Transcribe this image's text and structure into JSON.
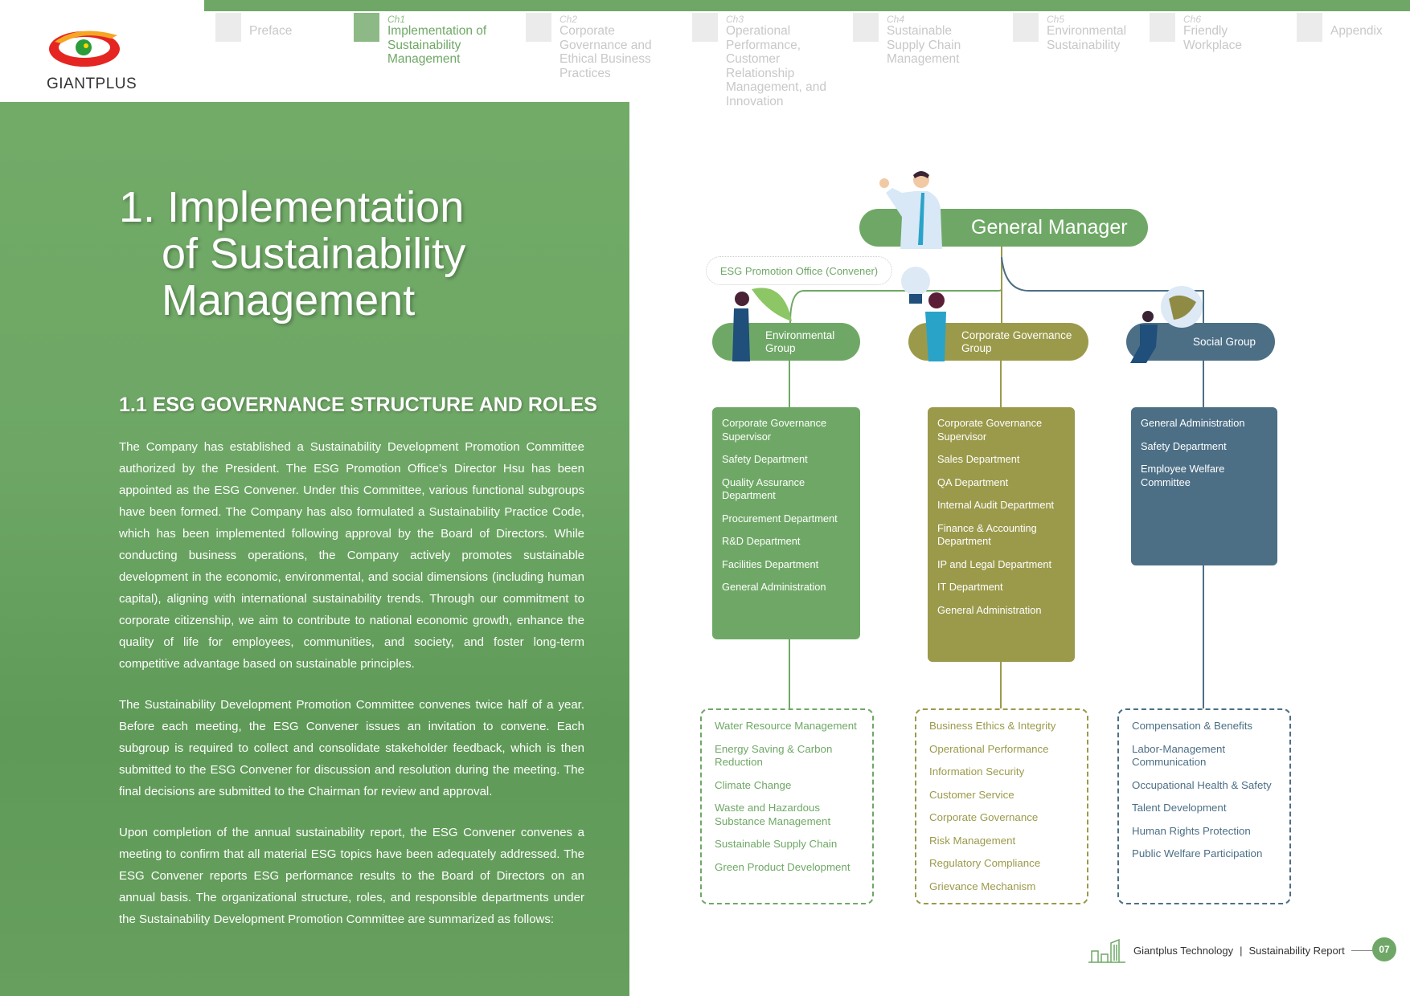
{
  "logo": {
    "name": "GIANTPLUS"
  },
  "nav": [
    {
      "ch": "",
      "label": "Preface"
    },
    {
      "ch": "Ch1",
      "label": "Implementation of Sustainability Management"
    },
    {
      "ch": "Ch2",
      "label": "Corporate Governance and Ethical Business Practices"
    },
    {
      "ch": "Ch3",
      "label": "Operational Performance, Customer Relationship Management, and Innovation"
    },
    {
      "ch": "Ch4",
      "label": "Sustainable Supply Chain Management"
    },
    {
      "ch": "Ch5",
      "label": "Environmental Sustainability"
    },
    {
      "ch": "Ch6",
      "label": "Friendly Workplace"
    },
    {
      "ch": "",
      "label": "Appendix"
    }
  ],
  "title": {
    "line1": "1. Implementation",
    "line2": "of Sustainability",
    "line3": "Management"
  },
  "subheading": "1.1 ESG GOVERNANCE STRUCTURE AND ROLES",
  "paragraphs": [
    "The Company has established a Sustainability Development Promotion Committee authorized by the President. The ESG Promotion Office’s Director Hsu has been appointed as the ESG Convener. Under this Committee, various functional subgroups have been formed. The Company has also formulated a Sustainability Practice Code, which has been implemented following approval by the Board of Directors. While conducting business operations, the Company actively promotes sustainable development in the economic, environmental, and social dimensions (including human capital), aligning with international sustainability trends. Through our commitment to corporate citizenship, we aim to contribute to national economic growth, enhance the quality of life for employees, communities, and society, and foster long-term competitive advantage based on sustainable principles.",
    "The Sustainability Development Promotion Committee convenes twice half of a year. Before each meeting, the ESG Convener issues an invitation to convene. Each subgroup is required to collect and consolidate stakeholder feedback, which is then submitted to the ESG Convener for discussion and resolution during the meeting. The final decisions are submitted to the Chairman for review and approval.",
    "Upon completion of the annual sustainability report, the ESG Convener convenes a meeting to confirm that all material ESG topics have been adequately addressed. The ESG Convener reports ESG performance results to the Board of Directors on an annual basis. The organizational structure, roles, and responsible departments under the Sustainability Development Promotion Committee are summarized as follows:"
  ],
  "org": {
    "gm": "General Manager",
    "esg_office": "ESG Promotion Office (Convener)",
    "groups": [
      {
        "name": "Environmental Group",
        "color": "#6fa866",
        "departments": [
          "Corporate Governance Supervisor",
          "Safety Department",
          "Quality Assurance Department",
          "Procurement Department",
          "R&D Department",
          "Facilities Department",
          "General Administration"
        ],
        "topics": [
          "Water Resource Management",
          "Energy Saving & Carbon Reduction",
          "Climate Change",
          "Waste and Hazardous Substance Management",
          "Sustainable Supply Chain",
          "Green Product Development"
        ]
      },
      {
        "name": "Corporate Governance Group",
        "color": "#9b9a4b",
        "departments": [
          "Corporate Governance Supervisor",
          "Sales Department",
          "QA Department",
          "Internal Audit Department",
          "Finance & Accounting Department",
          "IP and Legal Department",
          "IT Department",
          "General Administration"
        ],
        "topics": [
          "Business Ethics & Integrity",
          "Operational Performance",
          "Information Security",
          "Customer Service",
          "Corporate Governance",
          "Risk Management",
          "Regulatory Compliance",
          "Grievance Mechanism"
        ]
      },
      {
        "name": "Social Group",
        "color": "#4c6f86",
        "departments": [
          "General Administration",
          "Safety Department",
          "Employee Welfare Committee"
        ],
        "topics": [
          "Compensation & Benefits",
          "Labor-Management Communication",
          "Occupational Health & Safety",
          "Talent Development",
          "Human Rights Protection",
          "Public Welfare Participation"
        ]
      }
    ]
  },
  "footer": {
    "company": "Giantplus Technology",
    "separator": "|",
    "report": "Sustainability Report",
    "page": "07"
  }
}
